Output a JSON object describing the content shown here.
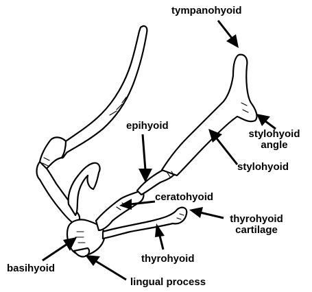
{
  "labels": {
    "tympanohyoid": "tympanohyoid",
    "stylohyoid_angle_line1": "stylohyoid",
    "stylohyoid_angle_line2": "angle",
    "epihyoid": "epihyoid",
    "stylohyoid": "stylohyoid",
    "ceratohyoid": "ceratohyoid",
    "thyrohyoid_cartilage_line1": "thyrohyoid",
    "thyrohyoid_cartilage_line2": "cartilage",
    "thyrohyoid": "thyrohyoid",
    "basihyoid": "basihyoid",
    "lingual_process": "lingual process"
  }
}
